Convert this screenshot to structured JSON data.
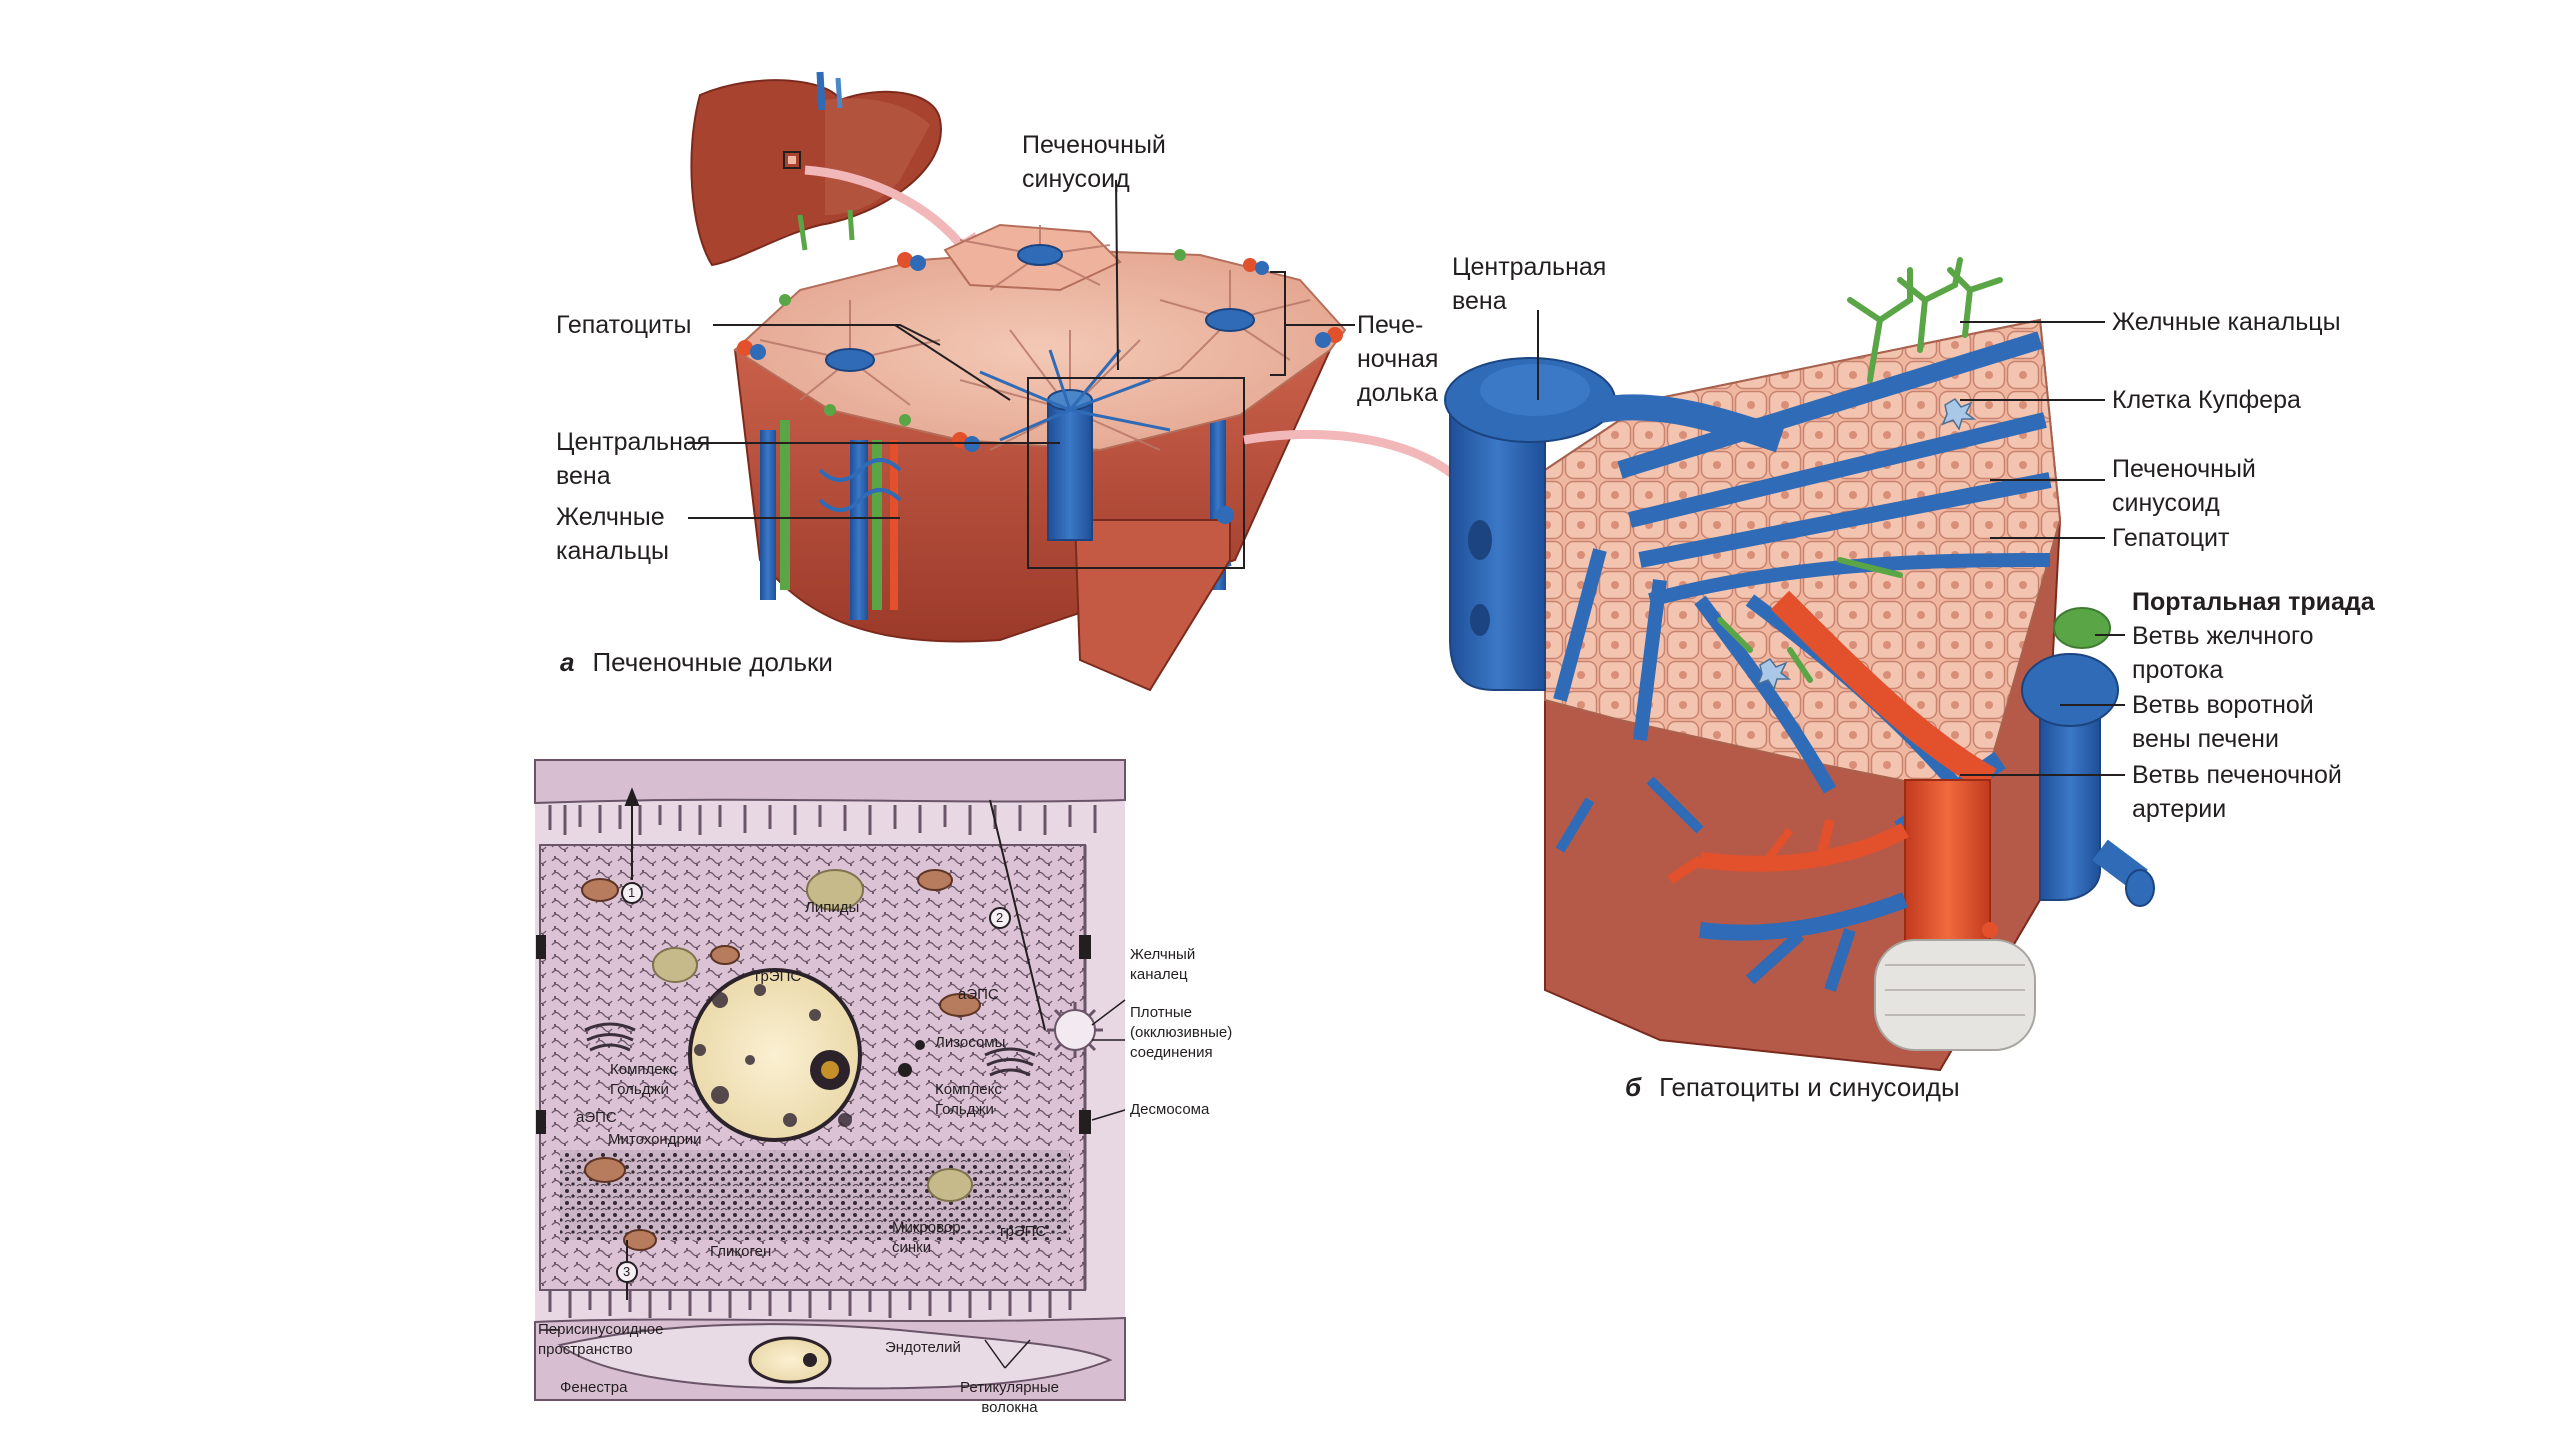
{
  "panel_a": {
    "caption_letter": "а",
    "caption_text": "Печеночные дольки",
    "labels": {
      "sinusoid": "Печеночный\nсинусоид",
      "hepatocytes": "Гепатоциты",
      "lobule": "Пече-\nночная\nдолька",
      "central_vein": "Центральная\nвена",
      "bile_canaliculi": "Желчные\nканальцы"
    }
  },
  "panel_b": {
    "caption_letter": "б",
    "caption_text": "Гепатоциты и синусоиды",
    "labels": {
      "central_vein": "Центральная\nвена",
      "bile_canaliculi": "Желчные канальцы",
      "kupffer": "Клетка Купфера",
      "sinusoid": "Печеночный\nсинусоид",
      "hepatocyte": "Гепатоцит",
      "portal_triad": "Портальная триада",
      "bile_duct": "Ветвь желчного\nпротока",
      "portal_vein": "Ветвь воротной\nвены печени",
      "hepatic_artery": "Ветвь печеночной\nартерии"
    }
  },
  "panel_c": {
    "inner_labels": {
      "lipids": "Липиды",
      "rough_er": "грЭПС",
      "ser_top": "аЭПС",
      "lysosomes": "Лизосомы",
      "golgi_left": "Комплекс\nГольджи",
      "golgi_right": "Комплекс\nГольджи",
      "ser_left": "аЭПС",
      "mitochondria": "Митохондрии",
      "glycogen": "Гликоген",
      "microvilli": "Микровор-\nсинки",
      "rough_er_bottom": "грЭПС",
      "endothelium": "Эндотелий",
      "num1": "1",
      "num2": "2",
      "num3": "3"
    },
    "side_labels": {
      "bile_canal": "Желчный\nканалец",
      "tight_junctions": "Плотные\n(окклюзивные)\nсоединения",
      "desmosome": "Десмосома",
      "perisinusoidal": "Перисинусоидное\nпространство",
      "fenestra": "Фенестра",
      "reticular": "Ретикулярные\nволокна"
    }
  },
  "colors": {
    "blue_vessel": "#2f6bb6",
    "red_artery": "#e2502c",
    "green_bile": "#5aa646",
    "tissue_pink": "#efb9a3",
    "liver_red": "#a8432f",
    "cell_lilac": "#dbc2d5"
  }
}
